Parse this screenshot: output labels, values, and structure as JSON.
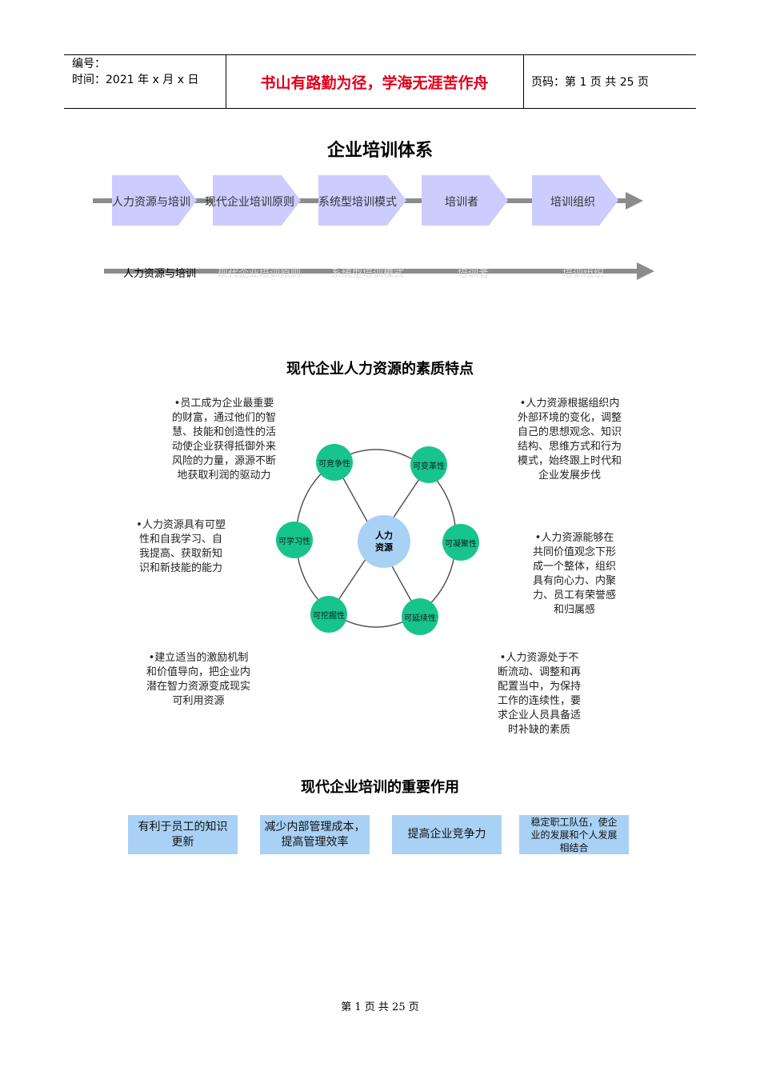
{
  "header": {
    "number_label": "编号：",
    "time_label": "时间：2021 年 x 月 x 日",
    "motto": "书山有路勤为径，学海无涯苦作舟",
    "page_info": "页码：第 1 页  共 25 页"
  },
  "main_title": "企业培训体系",
  "flow": {
    "steps": [
      "人力资源与培训",
      "现代企业培训原则",
      "系统型培训模式",
      "培训者",
      "培训组织"
    ],
    "row2_first": "人力资源与培训",
    "row2_faded": [
      "现代企业培训原则",
      "系统型培训模式",
      "培训者",
      "培训组织"
    ]
  },
  "qualities": {
    "title": "现代企业人力资源的素质特点",
    "center_line1": "人力",
    "center_line2": "资源",
    "nodes": [
      "可竞争性",
      "可变革性",
      "可凝聚性",
      "可延续性",
      "可挖掘性",
      "可学习性"
    ],
    "descriptions": [
      [
        "•员工成为企业最重要",
        "的财富，通过他们的智",
        "慧、技能和创造性的活",
        "动使企业获得抵御外来",
        "风险的力量，源源不断",
        "地获取利润的驱动力"
      ],
      [
        "•人力资源根据组织内",
        "外部环境的变化，调整",
        "自己的思想观念、知识",
        "结构、思维方式和行为",
        "模式，始终跟上时代和",
        "企业发展步伐"
      ],
      [
        "•人力资源具有可塑",
        "性和自我学习、自",
        "我提高、获取新知",
        "识和新技能的能力"
      ],
      [
        "•人力资源能够在",
        "共同价值观念下形",
        "成一个整体，组织",
        "具有向心力、内聚",
        "力、员工有荣誉感",
        "和归属感"
      ],
      [
        "•建立适当的激励机制",
        "和价值导向，把企业内",
        "潜在智力资源变成现实",
        "可利用资源"
      ],
      [
        "•人力资源处于不",
        "断流动、调整和再",
        "配置当中，为保持",
        "工作的连续性，要",
        "求企业人员具备适",
        "时补缺的素质"
      ]
    ]
  },
  "roles": {
    "title": "现代企业培训的重要作用",
    "boxes": [
      [
        "有利于员工的知识",
        "更新"
      ],
      [
        "减少内部管理成本，",
        "提高管理效率"
      ],
      [
        "提高企业竞争力"
      ],
      [
        "稳定职工队伍，使企",
        "业的发展和个人发展",
        "相结合"
      ]
    ]
  },
  "footer": "第  1  页  共  25  页",
  "colors": {
    "motto": "#e0001a",
    "chevron": "#ccccff",
    "node_green": "#17c48c",
    "node_blue": "#a9d1f5",
    "arrow_gray": "#8c8c8c"
  }
}
